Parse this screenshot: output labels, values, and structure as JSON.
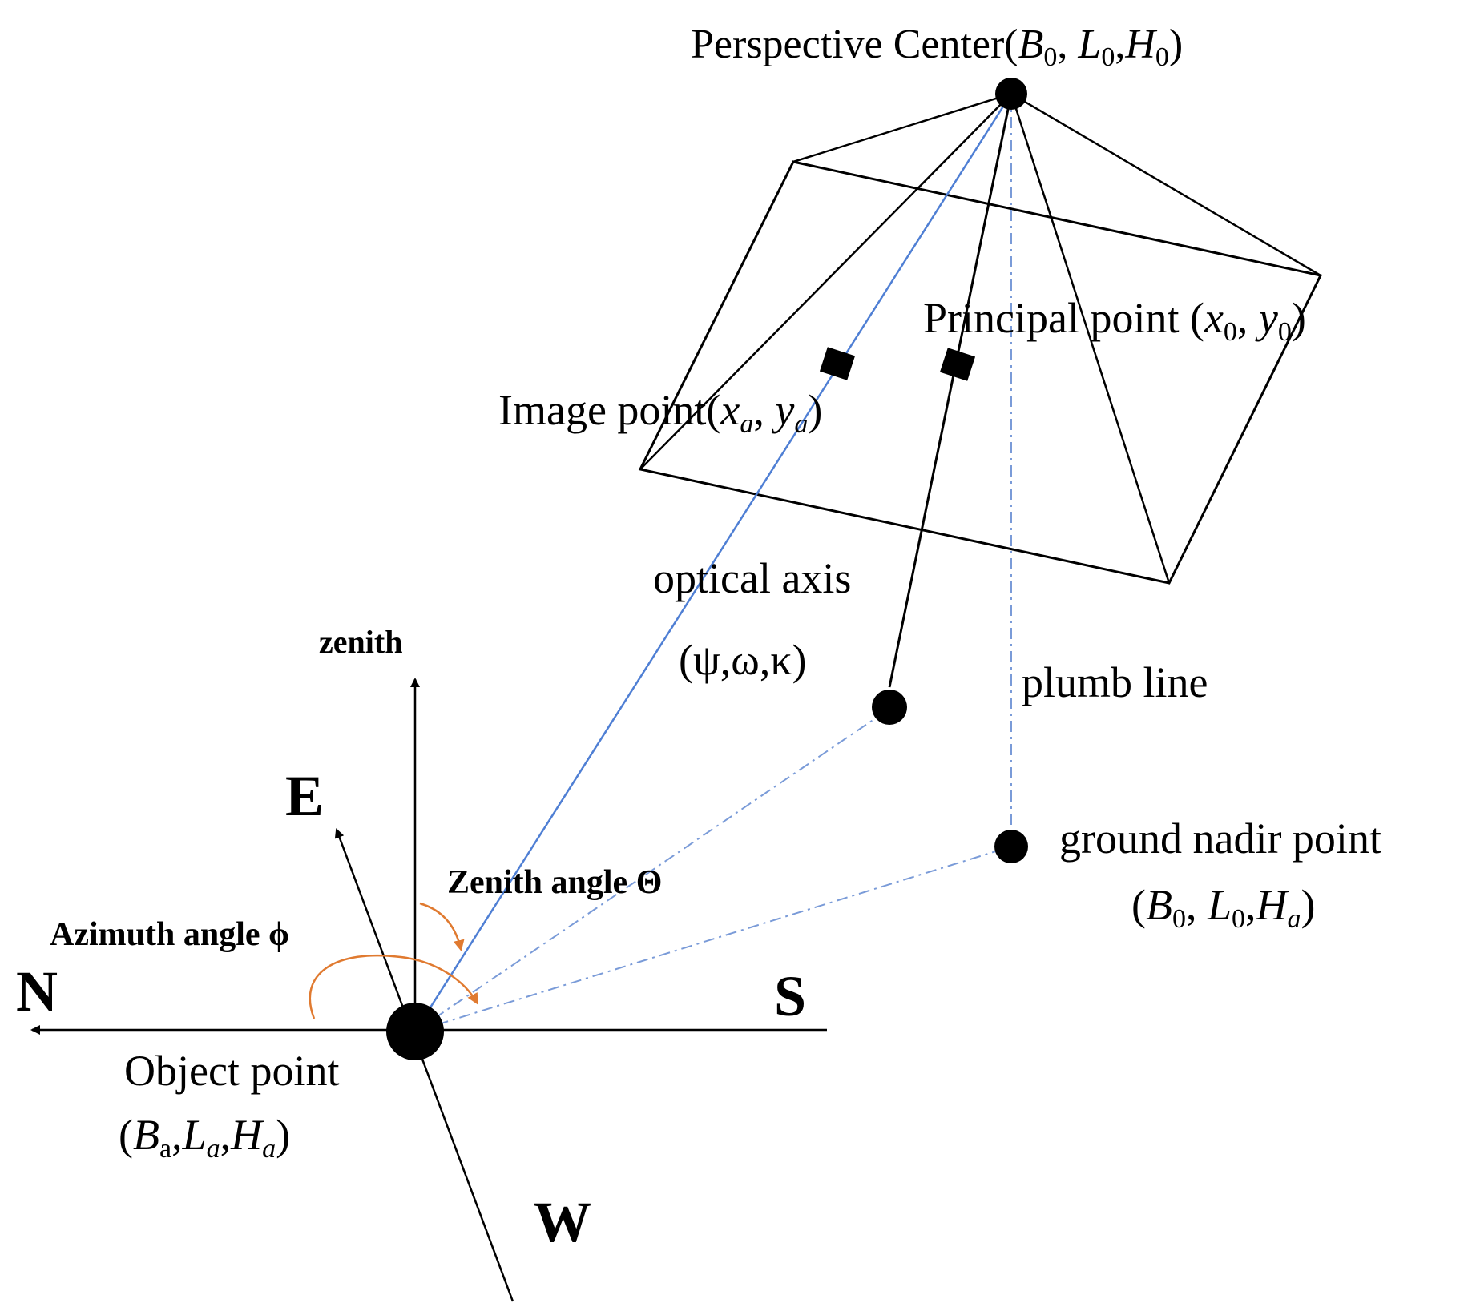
{
  "colors": {
    "ink": "#000000",
    "sightline": "#4f7fd4",
    "dashed": "#7a9bd8",
    "angle_arc": "#e07a30"
  },
  "labels": {
    "perspective_center": {
      "text": "Perspective Center(",
      "B": "B",
      "B_sub": "0",
      "L": "L",
      "L_sub": "0",
      "H": "H",
      "H_sub": "0",
      "comma": ",",
      "close": ")"
    },
    "principal_point": {
      "text": "Principal point (",
      "x": "x",
      "x_sub": "0",
      "y": "y",
      "y_sub": "0",
      "comma": ",",
      "close": ")"
    },
    "image_point": {
      "text": "Image point(",
      "x": "x",
      "x_sub": "a",
      "y": "y",
      "y_sub": "a",
      "comma": ",",
      "close": ")"
    },
    "optical_axis": "optical axis",
    "optical_axis_angles": "(ψ,ω,κ)",
    "plumb_line": "plumb line",
    "ground_nadir": {
      "text": "ground nadir point",
      "open": "(",
      "B": "B",
      "B_sub": "0",
      "L": "L",
      "L_sub": "0",
      "H": "H",
      "H_sub": "a",
      "comma": ",",
      "close": ")"
    },
    "object_point": {
      "text": "Object point",
      "open": "(",
      "B": "B",
      "B_sub": "a",
      "L": "L",
      "L_sub": "a",
      "H": "H",
      "H_sub": "a",
      "comma": ",",
      "close": ")"
    },
    "zenith": "zenith",
    "zenith_angle": "Zenith angle Θ",
    "azimuth_angle": "Azimuth angle ϕ",
    "north": "N",
    "south": "S",
    "east": "E",
    "west": "W"
  }
}
